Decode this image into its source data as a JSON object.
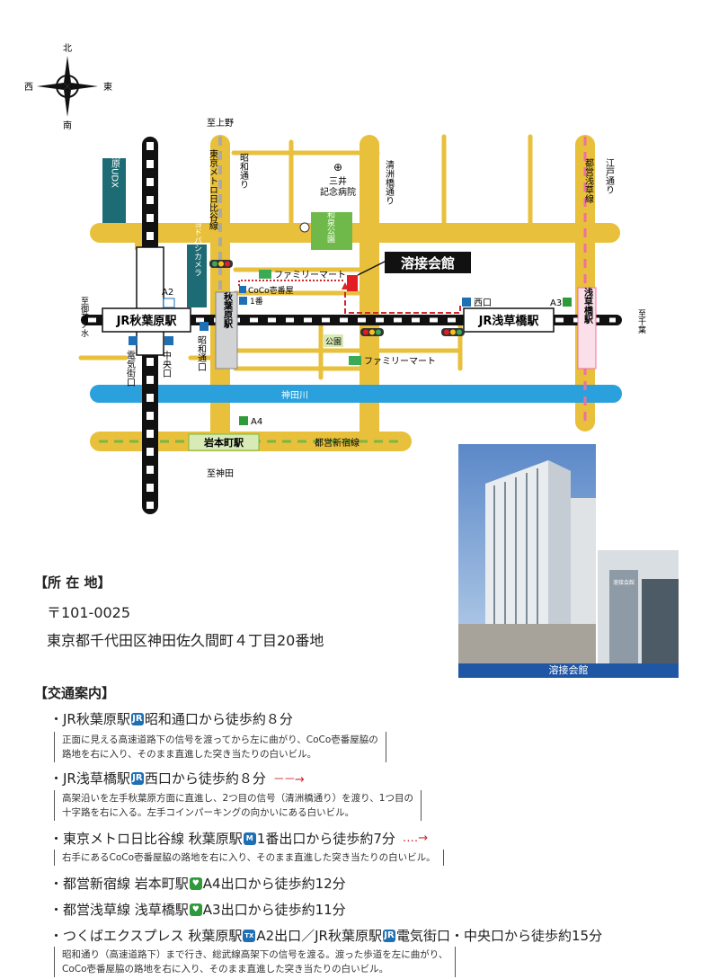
{
  "compass": {
    "north": "北",
    "south": "南",
    "east": "東",
    "west": "西"
  },
  "map": {
    "to_ueno": "至上野",
    "to_ochanomizu": "至御茶ノ水",
    "to_chiba": "至千葉",
    "to_kanda": "至神田",
    "akihabara_udx": "秋葉原UDX",
    "yodobashi": "ヨドバシカメラ",
    "tokyo_metro_hibiya": "東京メトロ日比谷線",
    "showa_dori": "昭和通り",
    "mitsui_hospital_1": "三井",
    "mitsui_hospital_2": "記念病院",
    "kiyosubashi_dori": "清洲橋通り",
    "toei_asakusa_line": "都営浅草線",
    "edo_dori": "江戸通り",
    "izumi_park": "和泉公園",
    "family_mart_1": "ファミリーマート",
    "family_mart_2": "ファミリーマート",
    "coco_ichibanya": "CoCo壱番屋",
    "exit_1": "1番",
    "welding_hall": "溶接会館",
    "nishiguchi": "西口",
    "exit_a3": "A3",
    "exit_a2": "A2",
    "jr_akihabara": "JR秋葉原駅",
    "jr_asakusabashi": "JR浅草橋駅",
    "akihabara_station": "秋葉原駅",
    "asakusabashi_station": "浅草橋駅",
    "denkigai_exit": "電気街口",
    "chuo_exit": "中央口",
    "showa_exit": "昭和通口",
    "park": "公園",
    "kanda_river": "神田川",
    "exit_a4": "A4",
    "iwamotocho_station": "岩本町駅",
    "toei_shinjuku_line": "都営新宿線"
  },
  "location": {
    "heading": "【所 在 地】",
    "postal": "〒101-0025",
    "address": "東京都千代田区神田佐久間町４丁目20番地"
  },
  "photo": {
    "caption": "溶接会館",
    "sign_text": "溶接会館"
  },
  "access": {
    "heading": "【交通案内】",
    "routes": [
      {
        "prefix": "・JR秋葉原駅",
        "icon": "JR",
        "text": "昭和通口から徒歩約８分"
      },
      {
        "prefix": "・JR浅草橋駅",
        "icon": "JR",
        "text": "西口から徒歩約８分",
        "arrow": "－－→"
      },
      {
        "prefix": "・東京メトロ日比谷線 秋葉原駅",
        "icon": "M",
        "text": "1番出口から徒歩約7分",
        "arrow": "‥‥→"
      },
      {
        "prefix": "・都営新宿線 岩本町駅",
        "icon": "♥",
        "text": "A4出口から徒歩約12分"
      },
      {
        "prefix": "・都営浅草線 浅草橋駅",
        "icon": "♥",
        "text": "A3出口から徒歩約11分"
      },
      {
        "prefix": "・つくばエクスプレス 秋葉原駅",
        "icon": "TX",
        "text": "A2出口／JR秋葉原駅",
        "icon2": "JR",
        "text2": "電気街口・中央口から徒歩約15分"
      }
    ],
    "notes": [
      [
        "正面に見える高速道路下の信号を渡ってから左に曲がり、CoCo壱番屋脇の",
        "路地を右に入り、そのまま直進した突き当たりの白いビル。"
      ],
      [
        "高架沿いを左手秋葉原方面に直進し、2つ目の信号（清洲橋通り）を渡り、1つ目の",
        "十字路を右に入る。左手コインパーキングの向かいにある白いビル。"
      ],
      [
        "右手にあるCoCo壱番屋脇の路地を右に入り、そのまま直進した突き当たりの白いビル。"
      ],
      [
        "昭和通り（高速道路下）まで行き、総武線高架下の信号を渡る。渡った歩道を左に曲がり、",
        "CoCo壱番屋脇の路地を右に入り、そのまま直進した突き当たりの白いビル。"
      ]
    ]
  }
}
